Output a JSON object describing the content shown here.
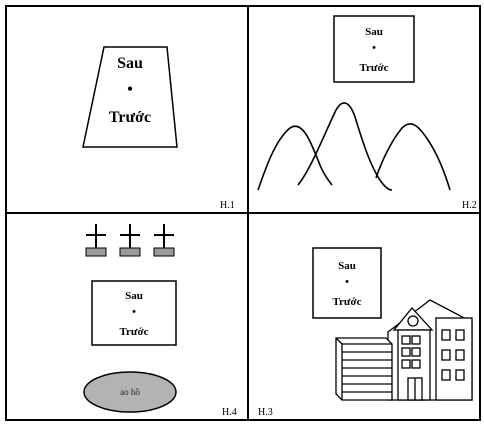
{
  "panels": {
    "p1": {
      "label": "H.1",
      "sign_top": "Sau",
      "sign_dot": "•",
      "sign_bottom": "Trước"
    },
    "p2": {
      "label": "H.2",
      "sign_top": "Sau",
      "sign_dot": "•",
      "sign_bottom": "Trước"
    },
    "p3": {
      "label": "H.3",
      "sign_top": "Sau",
      "sign_dot": "•",
      "sign_bottom": "Trước"
    },
    "p4": {
      "label": "H.4",
      "sign_top": "Sau",
      "sign_dot": "•",
      "sign_bottom": "Trước",
      "lake_label": "ao hồ"
    }
  },
  "colors": {
    "line": "#000000",
    "lake_fill": "#b3b3b3",
    "grave_fill": "#9a9a9a",
    "background": "#ffffff"
  },
  "icons": [
    "mountain-range-icon",
    "grave-icon",
    "lake-icon",
    "building-icon"
  ]
}
